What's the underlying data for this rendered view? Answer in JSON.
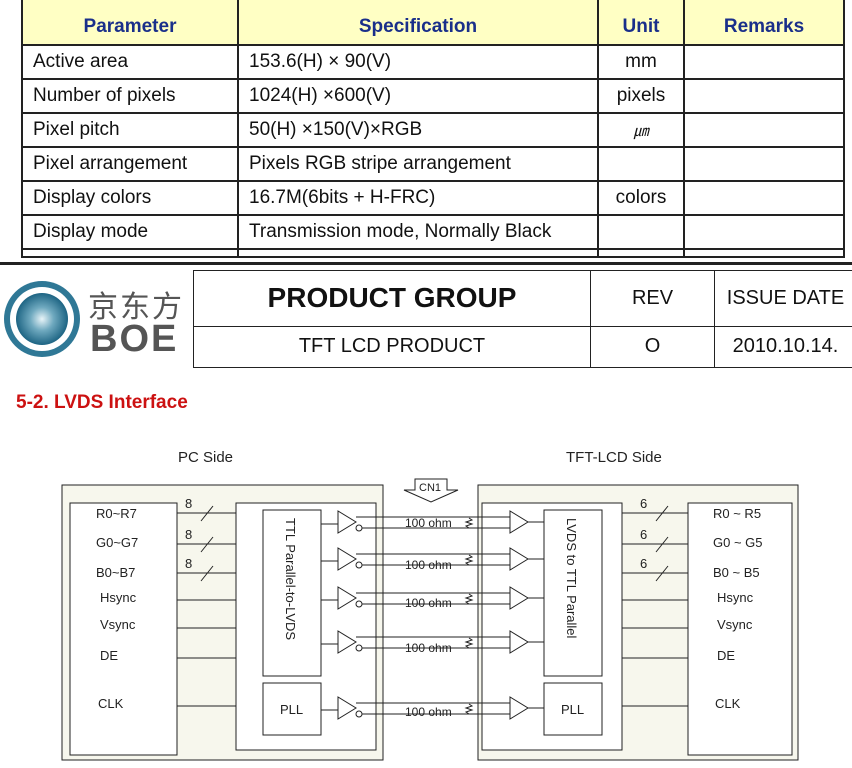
{
  "spec_table": {
    "headers": [
      "Parameter",
      "Specification",
      "Unit",
      "Remarks"
    ],
    "rows": [
      {
        "parameter": "Active area",
        "specification": "153.6(H) × 90(V)",
        "unit": "mm",
        "remarks": ""
      },
      {
        "parameter": "Number of pixels",
        "specification": "1024(H) ×600(V)",
        "unit": "pixels",
        "remarks": ""
      },
      {
        "parameter": "Pixel pitch",
        "specification": "50(H) ×150(V)×RGB",
        "unit": "㎛",
        "remarks": ""
      },
      {
        "parameter": "Pixel arrangement",
        "specification": "Pixels RGB stripe arrangement",
        "unit": "",
        "remarks": ""
      },
      {
        "parameter": "Display colors",
        "specification": "16.7M(6bits + H-FRC)",
        "unit": "colors",
        "remarks": ""
      },
      {
        "parameter": "Display mode",
        "specification": "Transmission mode, Normally Black",
        "unit": "",
        "remarks": ""
      }
    ]
  },
  "header": {
    "logo_cn": "京东方",
    "logo_en": "BOE",
    "product_group": "PRODUCT GROUP",
    "rev_label": "REV",
    "issue_date_label": "ISSUE DATE",
    "product": "TFT LCD PRODUCT",
    "rev_value": "O",
    "issue_date": "2010.10.14."
  },
  "section_title": "5-2. LVDS Interface",
  "diagram": {
    "pc_side": "PC Side",
    "tft_side": "TFT-LCD Side",
    "connector": "CN1",
    "pc_signals": [
      "R0~R7",
      "G0~G7",
      "B0~B7",
      "Hsync",
      "Vsync",
      "DE",
      "CLK"
    ],
    "pc_bus_widths": [
      "8",
      "8",
      "8"
    ],
    "tft_signals": [
      "R0 ~ R5",
      "G0 ~ G5",
      "B0 ~ B5",
      "Hsync",
      "Vsync",
      "DE",
      "CLK"
    ],
    "tft_bus_widths": [
      "6",
      "6",
      "6"
    ],
    "tx_block": "TTL Parallel-to-LVDS",
    "rx_block": "LVDS to TTL Parallel",
    "pll": "PLL",
    "termination": "100 ohm",
    "colors": {
      "line": "#222222",
      "box_fill": "#f7f7ed"
    }
  }
}
